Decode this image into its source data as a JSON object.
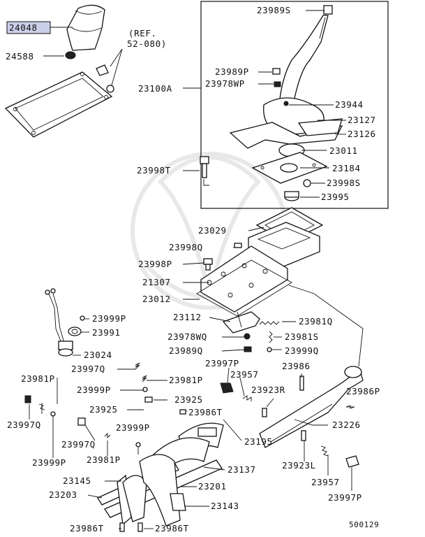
{
  "labels": {
    "p24048": "24048",
    "p24588": "24588",
    "ref": "(REF.",
    "ref_num": "52-080)",
    "p23100A": "23100A",
    "p23989S": "23989S",
    "p23989P": "23989P",
    "p23978WP": "23978WP",
    "p23944": "23944",
    "p23127": "23127",
    "p23126": "23126",
    "p23011": "23011",
    "p23184": "23184",
    "p23998T": "23998T",
    "p23998S": "23998S",
    "p23995": "23995",
    "p23029": "23029",
    "p23998Q": "23998Q",
    "p23998P": "23998P",
    "p21307": "21307",
    "p23012": "23012",
    "p23112": "23112",
    "p23981Q": "23981Q",
    "p23999P_a": "23999P",
    "p23991": "23991",
    "p23978WQ": "23978WQ",
    "p23981S": "23981S",
    "p23989Q": "23989Q",
    "p23999Q": "23999Q",
    "p23024": "23024",
    "p23997P_a": "23997P",
    "p23986_a": "23986",
    "p23997Q_a": "23997Q",
    "p23957_a": "23957",
    "p23981P_a": "23981P",
    "p23981P_b": "23981P",
    "p23923R": "23923R",
    "p23986P": "23986P",
    "p23999P_b": "23999P",
    "p23925_a": "23925",
    "p23925_b": "23925",
    "p23986T_a": "23986T",
    "p23997Q_b": "23997Q",
    "p23226": "23226",
    "p23999P_c": "23999P",
    "p23997Q_c": "23997Q",
    "p23195": "23195",
    "p23999P_d": "23999P",
    "p23981P_c": "23981P",
    "p23137": "23137",
    "p23923L": "23923L",
    "p23145": "23145",
    "p23957_b": "23957",
    "p23201": "23201",
    "p23203": "23203",
    "p23143": "23143",
    "p23997P_b": "23997P",
    "p23986T_b": "23986T",
    "p23986T_c": "23986T",
    "diagram_id": "500129"
  },
  "colors": {
    "highlight": "#c9cfe8",
    "ink": "#111111"
  }
}
